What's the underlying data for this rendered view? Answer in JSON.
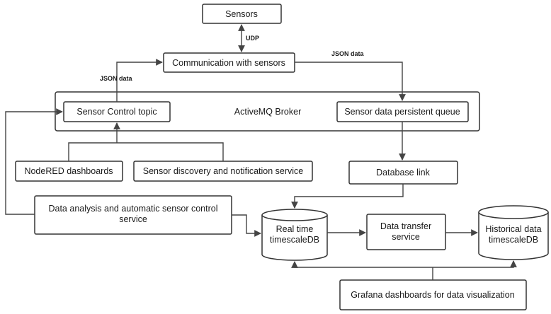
{
  "nodes": {
    "sensors": "Sensors",
    "communication": "Communication with sensors",
    "broker": "ActiveMQ Broker",
    "sensor_control_topic": "Sensor Control topic",
    "sensor_data_queue": "Sensor data persistent queue",
    "nodered": "NodeRED dashboards",
    "discovery": "Sensor discovery and notification service",
    "database_link": "Database link",
    "data_analysis_line1": "Data analysis and automatic sensor control",
    "data_analysis_line2": "service",
    "realtime_db_line1": "Real time",
    "realtime_db_line2": "timescaleDB",
    "data_transfer_line1": "Data transfer",
    "data_transfer_line2": "service",
    "historical_db_line1": "Historical data",
    "historical_db_line2": "timescaleDB",
    "grafana": "Grafana dashboards for data visualization"
  },
  "edges": {
    "udp": "UDP",
    "json_data_right": "JSON data",
    "json_data_left": "JSON data"
  },
  "colors": {
    "stroke": "#333333",
    "fill": "#ffffff",
    "text": "#1a1a1a"
  }
}
